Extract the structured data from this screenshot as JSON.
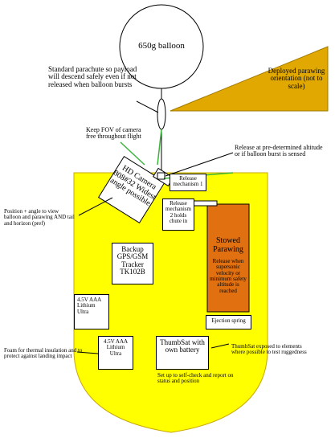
{
  "colors": {
    "payload_body": "#ffff00",
    "payload_outline": "#c8a800",
    "deployed_parawing": "#e0a800",
    "stowed_parawing": "#e07010",
    "fov_line": "#3cb43c",
    "line": "#000000"
  },
  "balloon": {
    "label": "650g balloon"
  },
  "parachute_note": "Standard parachute so payload will descend safely even if not released when balloon bursts",
  "deployed_note": "Deployed parawing orientation (not to scale)",
  "fov_note": "Keep FOV of camera free throughout flight",
  "release_note": "Release at pre-determined altitude or if balloon burst is sensed",
  "camera": {
    "label": "HD Camera 808#32 Widest angle possible"
  },
  "position_note": "Position + angle to view balloon and parawing AND tail and horizon (pref)",
  "release1": {
    "label": "Release mechanism 1"
  },
  "release2": {
    "label": "Release mechanism 2 holds chute in"
  },
  "stowed": {
    "title": "Stowed Parawing",
    "note": "Release when supersonic velocity or minimum safety altitude is reached"
  },
  "tracker": {
    "label": "Backup GPS/GSM Tracker TK102B"
  },
  "battery1": {
    "label": "4.5V AAA Lithium Ultra"
  },
  "battery2": {
    "label": "4.5V AAA Lithium Ultra"
  },
  "ejection": {
    "label": "Ejection spring"
  },
  "thumbsat": {
    "label": "ThumbSat with own battery"
  },
  "foam_note": "Foam for thermal insulation and to protect against landing impact",
  "thumbsat_exposed_note": "ThumbSat exposed to elements where possible to test ruggedness",
  "selfcheck_note": "Set up to self-check and report on status and position"
}
